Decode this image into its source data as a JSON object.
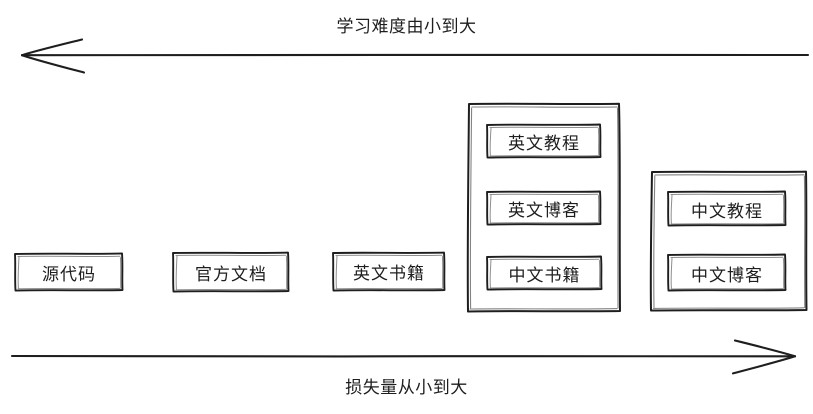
{
  "diagram": {
    "title_top": "学习难度由小到大",
    "title_bottom": "损失量从小到大",
    "top_axis": {
      "name": "difficulty-axis",
      "direction": "left",
      "label": "学习难度由小到大"
    },
    "bottom_axis": {
      "name": "loss-axis",
      "direction": "right",
      "label": "损失量从小到大"
    },
    "nodes": [
      {
        "id": "source-code",
        "label": "源代码"
      },
      {
        "id": "official-docs",
        "label": "官方文档"
      },
      {
        "id": "english-books",
        "label": "英文书籍"
      },
      {
        "id": "english-tutorial",
        "label": "英文教程"
      },
      {
        "id": "english-blog",
        "label": "英文博客"
      },
      {
        "id": "chinese-books",
        "label": "中文书籍"
      },
      {
        "id": "chinese-tutorial",
        "label": "中文教程"
      },
      {
        "id": "chinese-blog",
        "label": "中文博客"
      }
    ],
    "groups": [
      {
        "id": "english-group",
        "members": [
          "英文教程",
          "英文博客",
          "中文书籍"
        ]
      },
      {
        "id": "chinese-group",
        "members": [
          "中文教程",
          "中文博客"
        ]
      }
    ],
    "colors": {
      "stroke": "#1e1e1e",
      "background": "#ffffff"
    }
  }
}
